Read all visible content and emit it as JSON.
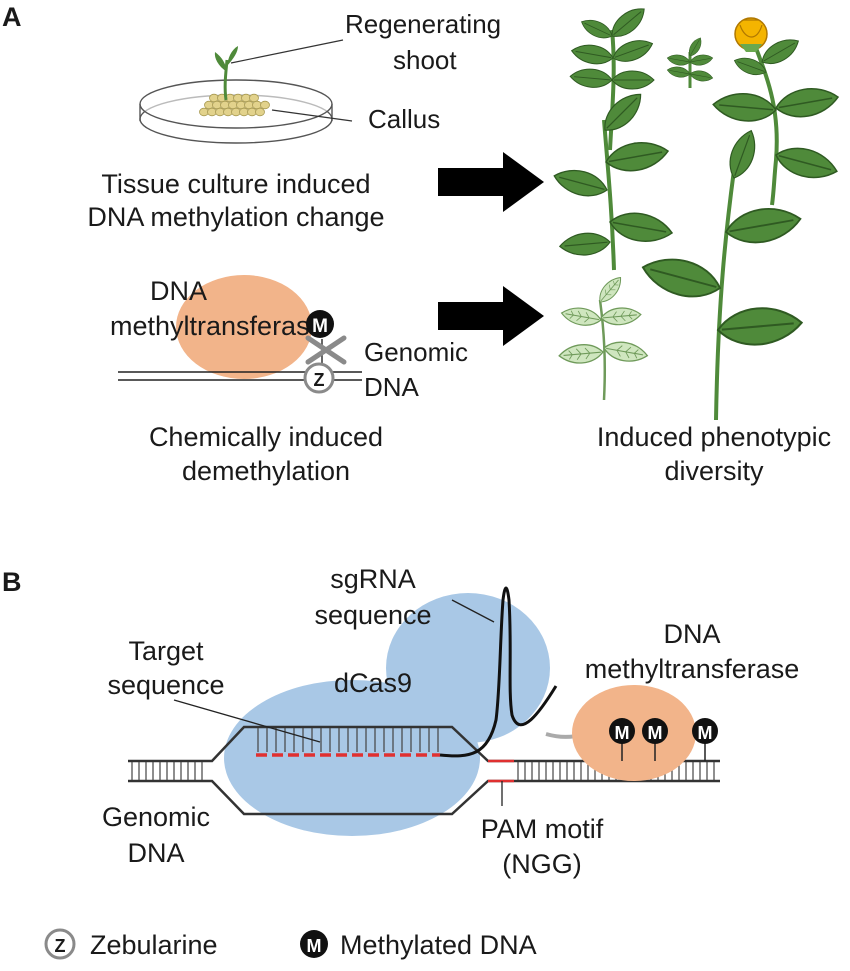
{
  "panel_a": {
    "letter": "A",
    "regenerating_shoot_line1": "Regenerating",
    "regenerating_shoot_line2": "shoot",
    "callus": "Callus",
    "tissue_culture_line1": "Tissue culture induced",
    "tissue_culture_line2": "DNA methylation  change",
    "dna_mtase_line1": "DNA",
    "dna_mtase_line2": "methyltransferase",
    "methyl_mark": "M",
    "zebularine_mark": "Z",
    "genomic_dna_line1": "Genomic",
    "genomic_dna_line2": "DNA",
    "chemical_line1": "Chemically  induced",
    "chemical_line2": "demethylation",
    "phenotypic_line1": "Induced phenotypic",
    "phenotypic_line2": "diversity"
  },
  "panel_b": {
    "letter": "B",
    "sgrna_line1": "sgRNA",
    "sgrna_line2": "sequence",
    "target_line1": "Target",
    "target_line2": "sequence",
    "dcas9": "dCas9",
    "dna_mtase_line1": "DNA",
    "dna_mtase_line2": "methyltransferase",
    "methyl_mark": "M",
    "genomic_dna_line1": "Genomic",
    "genomic_dna_line2": "DNA",
    "pam_line1": "PAM motif",
    "pam_line2": "(NGG)"
  },
  "legend": {
    "zebularine_symbol": "Z",
    "zebularine": "Zebularine",
    "methylated_symbol": "M",
    "methylated": "Methylated DNA"
  },
  "colors": {
    "dcas9_blue": "#a9c8e6",
    "mtase_orange": "#f2b48a",
    "leaf_green": "#4f8a3a",
    "light_leaf": "#cfe6bf",
    "flower_yellow": "#f4b400",
    "pam_red": "#e03030",
    "callus_yellow": "#e2d28c"
  }
}
